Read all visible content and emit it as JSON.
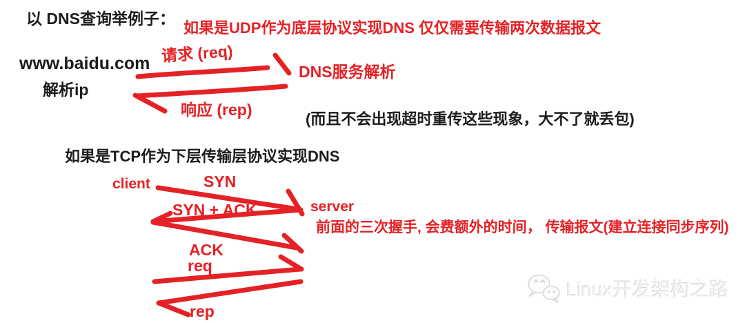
{
  "colors": {
    "background": "#ffffff",
    "ink_black": "#1c1c1c",
    "marker_red": "#e42225",
    "watermark_gray": "#e6e6e6"
  },
  "udp": {
    "heading": "以 DNS查询举例子：",
    "note": "如果是UDP作为底层协议实现DNS 仅仅需要传输两次数据报文",
    "client_domain": "www.baidu.com",
    "client_resolve": "解析ip",
    "request_label": "请求 (req)",
    "server_label": "DNS服务解析",
    "response_label": "响应 (rep)",
    "aside": "(而且不会出现超时重传这些现象，大不了就丢包)"
  },
  "tcp": {
    "heading": "如果是TCP作为下层传输层协议实现DNS",
    "client_label": "client",
    "server_label": "server",
    "syn_label": "SYN",
    "syn_ack_label": "SYN + ACK",
    "ack_label": "ACK",
    "req_label": "req",
    "rep_label": "rep",
    "note": "前面的三次握手, 会费额外的时间， 传输报文(建立连接同步序列)"
  },
  "watermark": {
    "text": "Linux开发架构之路",
    "icon": "wechat-icon"
  }
}
